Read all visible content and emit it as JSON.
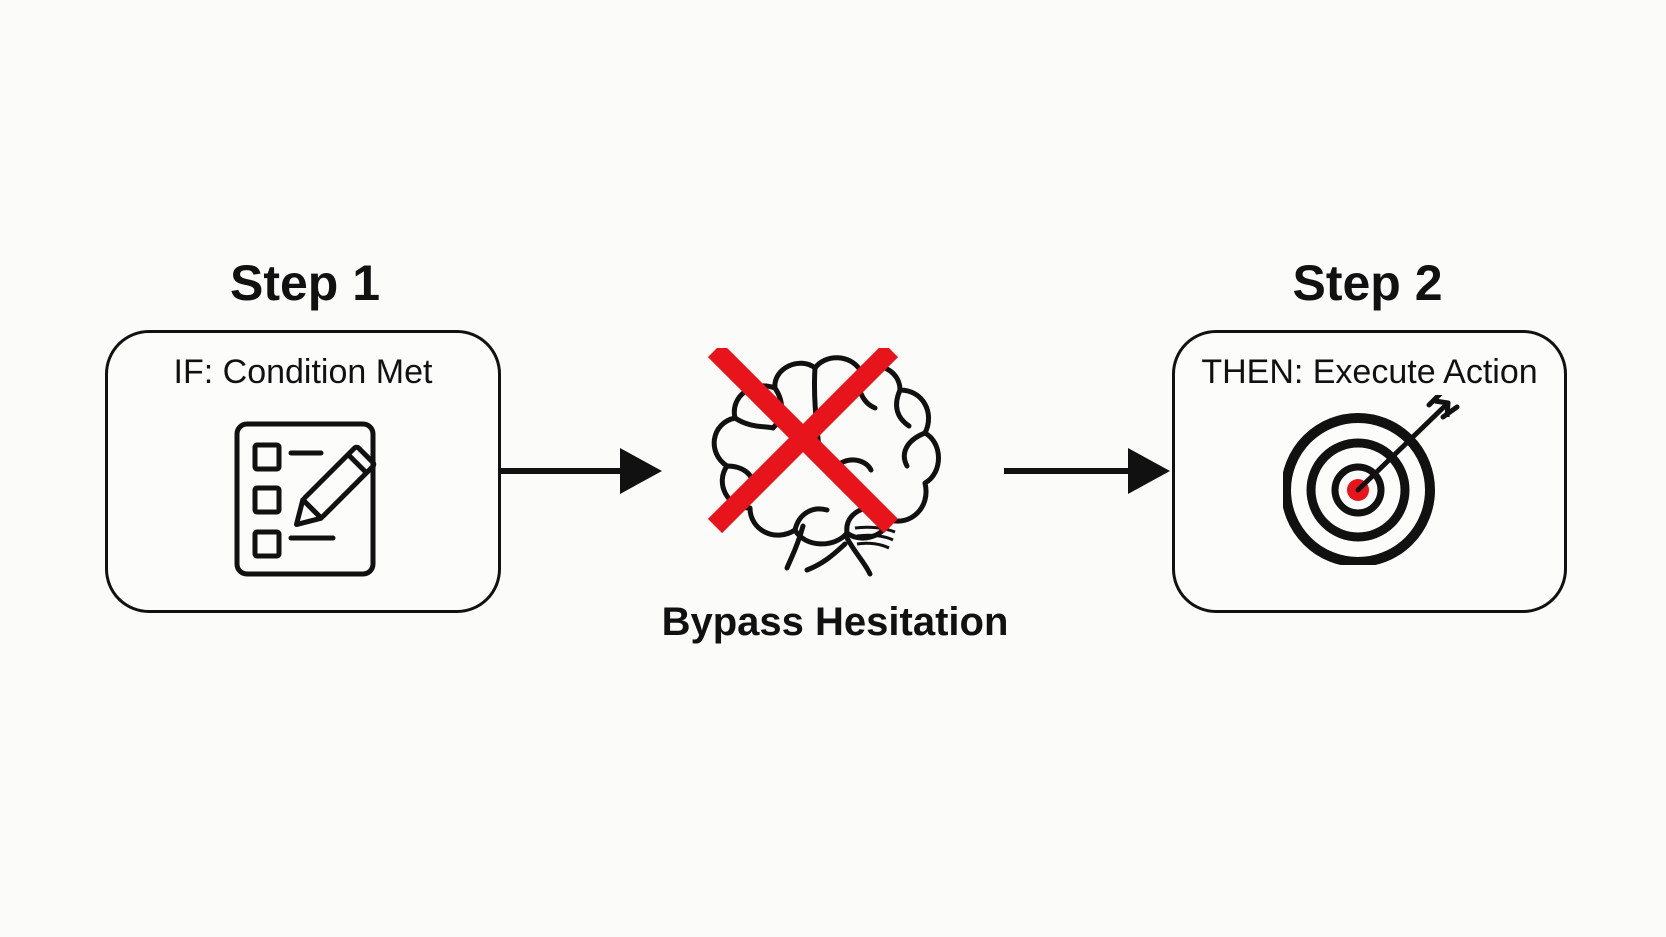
{
  "steps": {
    "step1": {
      "title": "Step 1",
      "label": "IF: Condition Met",
      "icon": "checklist-icon"
    },
    "middle": {
      "label": "Bypass Hesitation",
      "icon": "brain-icon",
      "overlay_icon": "red-x-icon"
    },
    "step2": {
      "title": "Step 2",
      "label": "THEN: Execute Action",
      "icon": "target-icon"
    }
  },
  "colors": {
    "stroke": "#111111",
    "accent_red": "#e8141c",
    "background": "#fbfbfa"
  }
}
